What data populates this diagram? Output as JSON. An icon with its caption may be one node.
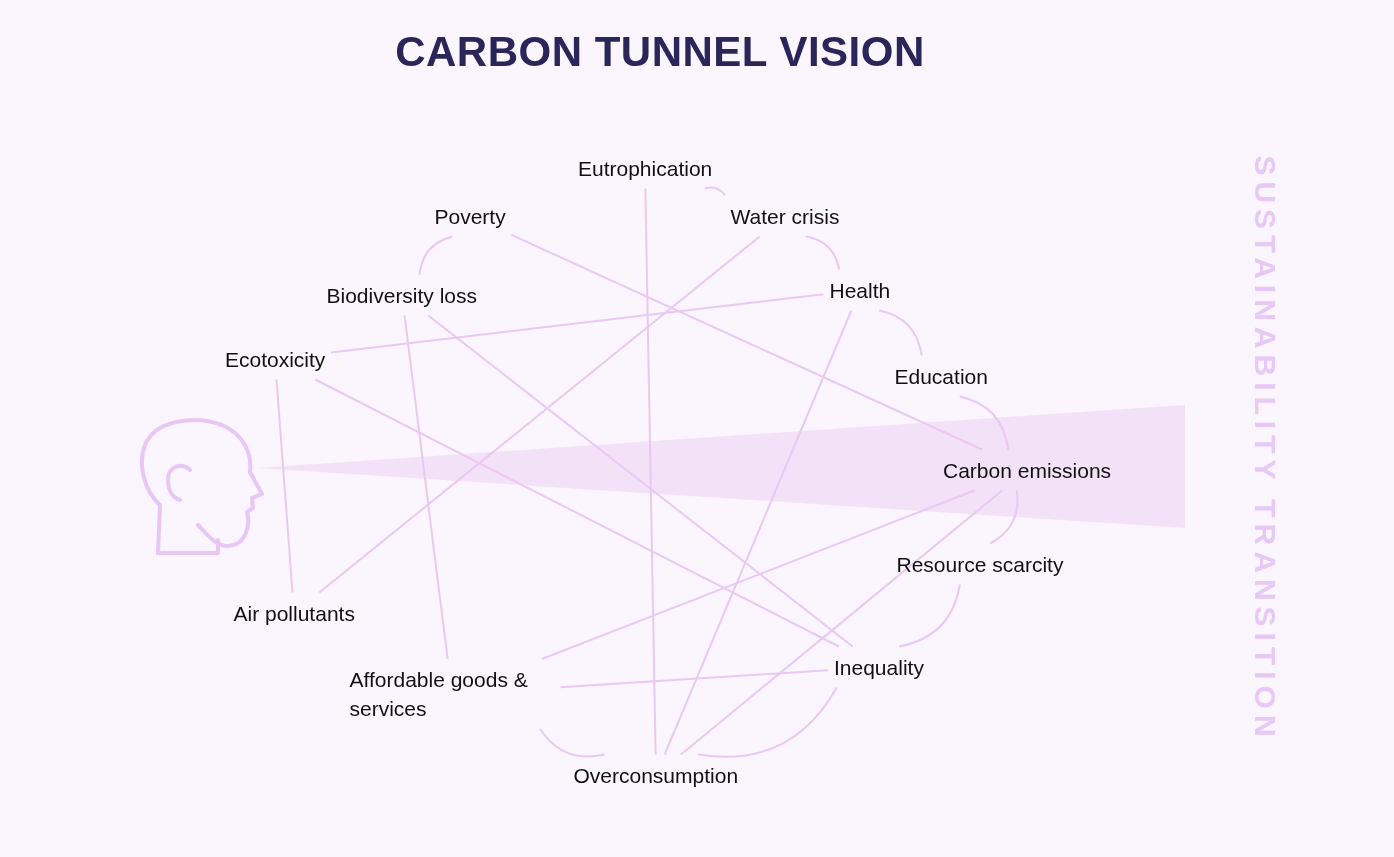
{
  "diagram": {
    "title": "CARBON TUNNEL VISION",
    "nodes": [
      {
        "text": [
          "Eutrophication"
        ]
      },
      {
        "text": [
          "Water crisis"
        ]
      },
      {
        "text": [
          "Poverty"
        ]
      },
      {
        "text": [
          "Health"
        ]
      },
      {
        "text": [
          "Biodiversity loss"
        ]
      },
      {
        "text": [
          "Ecotoxicity"
        ]
      },
      {
        "text": [
          "Education"
        ]
      },
      {
        "text": [
          "Carbon emissions"
        ]
      },
      {
        "text": [
          "Resource scarcity"
        ]
      },
      {
        "text": [
          "Air pollutants"
        ]
      },
      {
        "text": [
          "Inequality"
        ]
      },
      {
        "text": [
          "Affordable goods & services"
        ]
      },
      {
        "text": [
          "Overconsumption"
        ]
      }
    ],
    "edges": [
      {
        "from": 0,
        "to": 1,
        "arrow": "none"
      },
      {
        "from": 1,
        "to": 3,
        "arrow": "none"
      },
      {
        "from": 3,
        "to": 6,
        "arrow": "none"
      },
      {
        "from": 6,
        "to": 7,
        "arrow": "none"
      },
      {
        "from": 7,
        "to": 8,
        "arrow": "none"
      },
      {
        "from": 8,
        "to": 10,
        "arrow": "none"
      },
      {
        "from": 10,
        "to": 12,
        "arrow": "none"
      },
      {
        "from": 12,
        "to": 11,
        "arrow": "none"
      },
      {
        "from": 4,
        "to": 2,
        "arrow": "none"
      },
      {
        "from": 5,
        "to": 9,
        "arrow": "none"
      },
      {
        "from": 2,
        "to": 7,
        "arrow": "none"
      },
      {
        "from": 0,
        "to": 12,
        "arrow": "none"
      },
      {
        "from": 1,
        "to": 9,
        "arrow": "none"
      },
      {
        "from": 3,
        "to": 5,
        "arrow": "none"
      },
      {
        "from": 3,
        "to": 12,
        "arrow": "none"
      },
      {
        "from": 4,
        "to": 11,
        "arrow": "none"
      },
      {
        "from": 4,
        "to": 10,
        "arrow": "none"
      },
      {
        "from": 5,
        "to": 10,
        "arrow": "none"
      },
      {
        "from": 7,
        "to": 11,
        "arrow": "none"
      },
      {
        "from": 7,
        "to": 12,
        "arrow": "none"
      },
      {
        "from": 11,
        "to": 10,
        "arrow": "none"
      }
    ],
    "labels": [
      "SUSTAINABILITY TRANSITION"
    ]
  }
}
